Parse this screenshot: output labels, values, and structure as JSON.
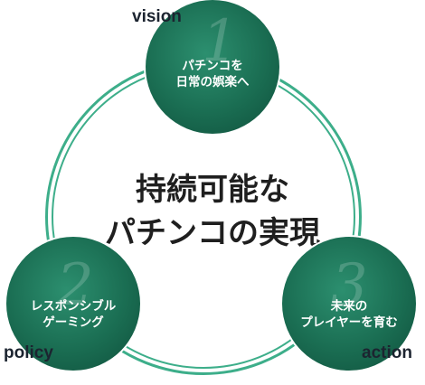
{
  "center": {
    "title": "持続可能な\nパチンコの実現"
  },
  "nodes": {
    "vision": {
      "number": "1",
      "text": "パチンコを\n日常の娯楽へ",
      "label": "vision"
    },
    "policy": {
      "number": "2",
      "text": "レスポンシブル\nゲーミング",
      "label": "policy"
    },
    "action": {
      "number": "3",
      "text": "未来の\nプレイヤーを育む",
      "label": "action"
    }
  },
  "colors": {
    "node_fill": "#1a6d52",
    "ring": "#3dae8a",
    "label_text": "#1c2430"
  }
}
